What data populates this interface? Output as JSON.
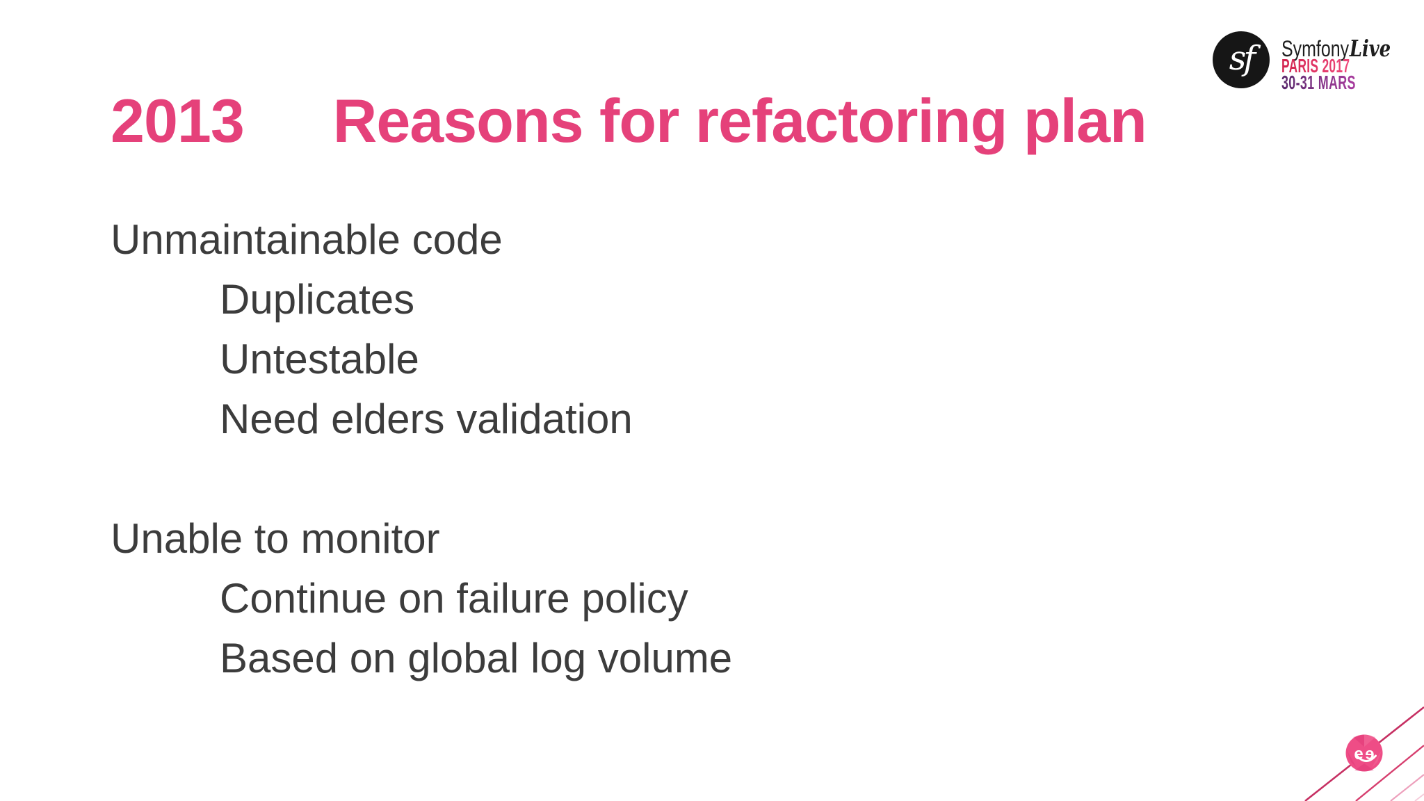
{
  "slide": {
    "year": "2013",
    "title": "Reasons for refactoring plan"
  },
  "bullets": [
    {
      "text": "Unmaintainable code",
      "level": 0
    },
    {
      "text": "Duplicates",
      "level": 1
    },
    {
      "text": "Untestable",
      "level": 1
    },
    {
      "text": "Need elders validation",
      "level": 1
    },
    {
      "text": "",
      "level": 0,
      "spacer": true
    },
    {
      "text": "Unable to monitor",
      "level": 0
    },
    {
      "text": "Continue on failure policy",
      "level": 1
    },
    {
      "text": "Based on global log volume",
      "level": 1
    }
  ],
  "event_logo": {
    "monogram": "sf",
    "brand": "Symfony",
    "brand_suffix": "Live",
    "city_year": "PARIS 2017",
    "dates": "30-31 MARS"
  },
  "footer_logo": {
    "letter": "e"
  },
  "colors": {
    "title_pink": "#e5417a",
    "body_gray": "#3c3c3c",
    "sf_circle_black": "#161616",
    "paris_gradient_start": "#d2224e",
    "paris_gradient_end": "#ef4a7d",
    "mars_gradient_start": "#5b2a6d",
    "mars_gradient_end": "#a93d9f",
    "heart_logo_pink": "#ee4d86",
    "stripe_strong": "#c62f62",
    "stripe_medium": "#d63e6e",
    "stripe_light": "#eda0bc",
    "stripe_faint": "#f5cddb"
  }
}
